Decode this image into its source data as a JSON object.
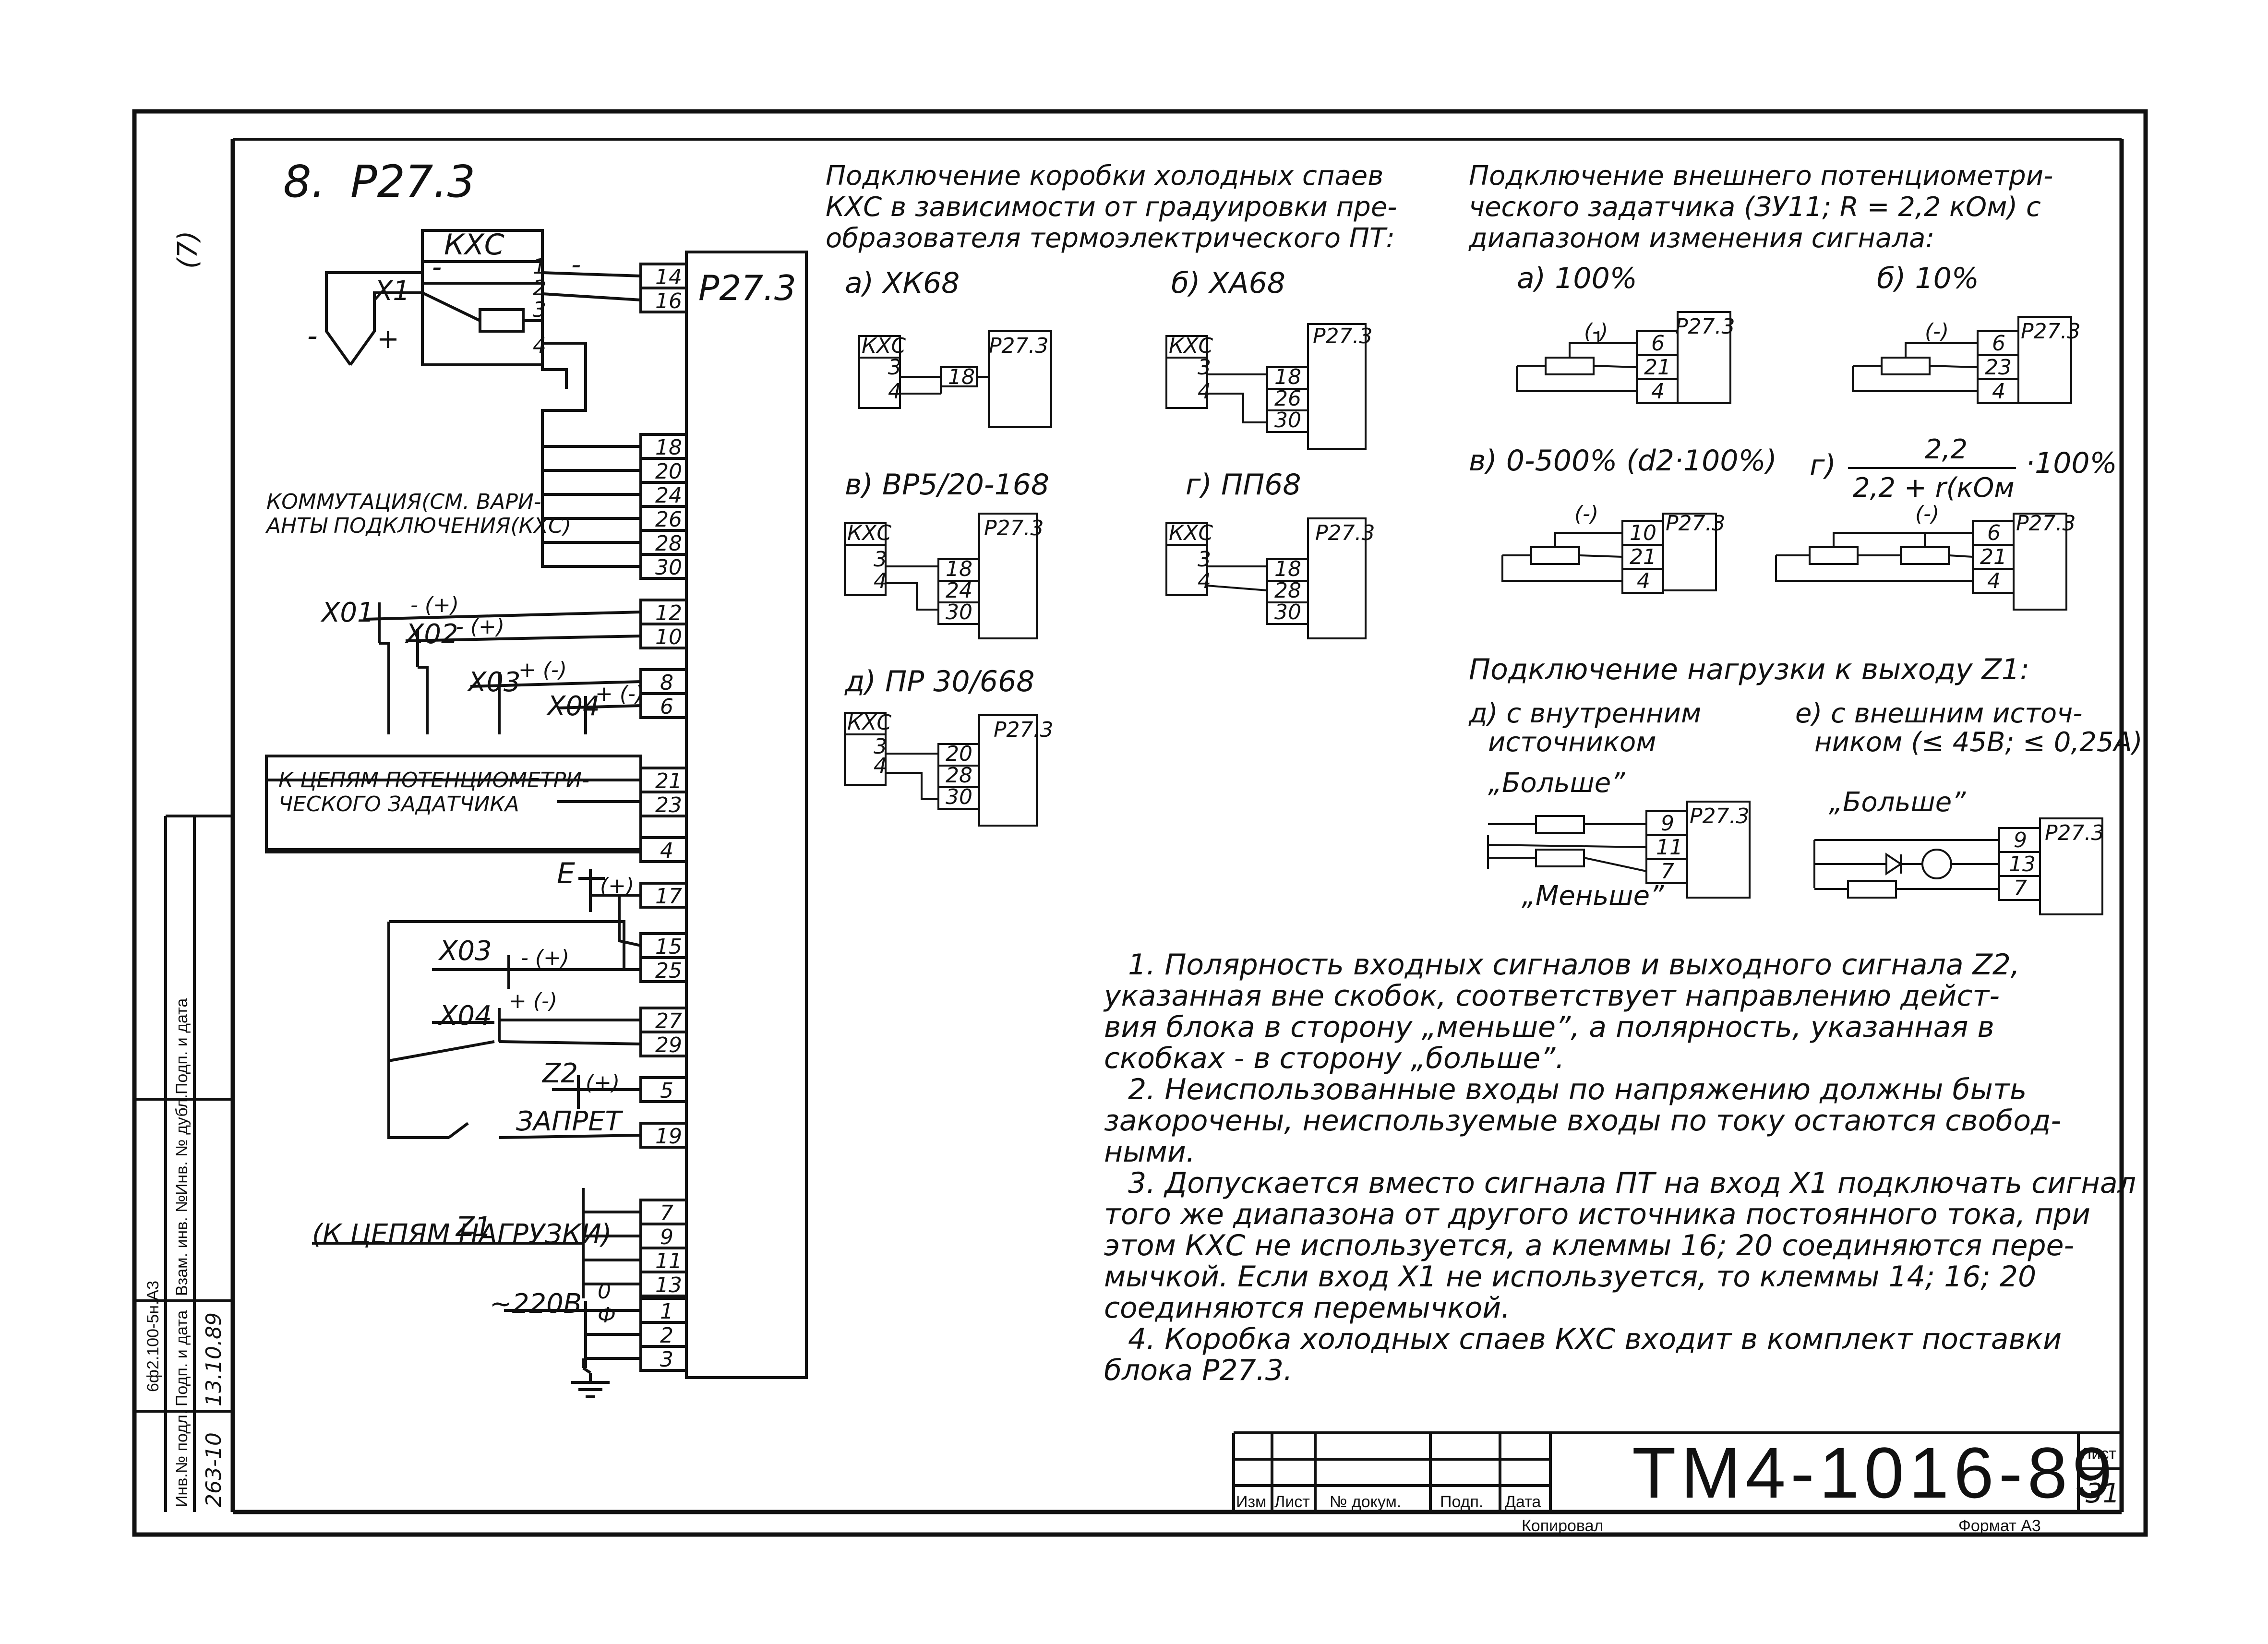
{
  "title": {
    "num": "8.",
    "name": "P27.3"
  },
  "margin_mark": "(7)",
  "main_block": "P27.3",
  "kxc": "КХС",
  "x1": "X1",
  "sens_minus": "-",
  "sens_plus": "+",
  "kxc_pins": [
    "1",
    "2",
    "3",
    "4"
  ],
  "kxc_signs": {
    "top_minus": "-",
    "right_minus": "-"
  },
  "terminals": {
    "t14": "14",
    "t16": "16",
    "t18": "18",
    "t20": "20",
    "t24": "24",
    "t26": "26",
    "t28": "28",
    "t30": "30",
    "t12": "12",
    "t10": "10",
    "t8": "8",
    "t6": "6",
    "t21": "21",
    "t23": "23",
    "t4": "4",
    "t17": "17",
    "t15": "15",
    "t25": "25",
    "t27": "27",
    "t29": "29",
    "t5": "5",
    "t19": "19",
    "t7": "7",
    "t9": "9",
    "t11": "11",
    "t13": "13",
    "t1": "1",
    "t2": "2",
    "t3": "3"
  },
  "commut_line1": "КОММУТАЦИЯ(СМ. ВАРИ-",
  "commut_line2": "АНТЫ ПОДКЛЮЧЕНИЯ(КХС)",
  "sig": {
    "x01": "X01",
    "x02": "X02",
    "x03": "X03",
    "x04": "X04",
    "xo3": "X03",
    "xo4": "X04",
    "z2": "Z2",
    "e": "E",
    "m_plus": "- (+)",
    "plus_m": "+ (-)",
    "plus_paren": "(+)"
  },
  "pot_line1": "К ЦЕПЯМ ПОТЕНЦИОМЕТРИ-",
  "pot_line2": "ЧЕСКОГО ЗАДАТЧИКА",
  "zapret": "ЗАПРЕТ",
  "z1": "Z1",
  "load": "(К ЦЕПЯМ НАГРУЗКИ)",
  "power": "~220В",
  "zero": "0",
  "phi": "Ф",
  "kxc_section": {
    "title": [
      "Подключение коробки холодных спаев",
      "КХС в зависимости от градуировки пре-",
      "образователя термоэлектрического ПТ:"
    ],
    "a": "а) ХК68",
    "b": "б) ХА68",
    "v": "в) ВР5/20-168",
    "g": "г) ПП68",
    "d": "д) ПР 30/668"
  },
  "pot_section": {
    "title": [
      "Подключение внешнего потенциометри-",
      "ческого задатчика (ЗУ11; R = 2,2 кОм) с",
      "диапазоном изменения сигнала:"
    ],
    "a": "а) 100%",
    "b": "б) 10%",
    "v": "в) 0-500% (d2·100%)",
    "g_prefix": "г)",
    "g_num": "2,2",
    "g_den": "2,2 + r(кОм",
    "g_suffix": "·100%",
    "minus_paren": "(-)"
  },
  "load_section": {
    "title": "Подключение нагрузки к выходу Z1:",
    "d1": "д) с внутренним",
    "d2": "источником",
    "e1": "е) с внешним источ-",
    "e2": "ником (≤ 45В; ≤ 0,25А)",
    "more": "„Больше”",
    "less": "„Меньше”"
  },
  "notes": [
    "1. Полярность входных сигналов и выходного сигнала Z2,",
    "указанная вне скобок, соответствует направлению дейст-",
    "вия блока в сторону „меньше”, а полярность, указанная в",
    "скобках - в сторону „больше”.",
    "2. Неиспользованные входы по напряжению должны быть",
    "закорочены, неиспользуемые входы по току остаются свобод-",
    "ными.",
    "3. Допускается вместо сигнала ПТ на вход X1 подключать сигнал",
    "того же диапазона от другого источника постоянного тока, при",
    "этом КХС не используется, а клеммы 16; 20 соединяются пере-",
    "мычкой. Если вход X1 не используется, то клеммы 14; 16; 20",
    "соединяются перемычкой.",
    "4. Коробка холодных спаев КХС входит в комплект поставки",
    "блока Р27.3."
  ],
  "stamp": {
    "code": "ТМ4-1016-89",
    "sheet_label": "Лист",
    "sheet": "31",
    "cols": [
      "Изм",
      "Лист",
      "№ докум.",
      "Подп.",
      "Дата"
    ],
    "copied": "Копировал",
    "format": "Формат А3"
  },
  "side_stamp": {
    "inv": "Инв.№ подл.",
    "inv_val": "263-10",
    "sign": "Подп. и дата",
    "sign_val": "13.10.89",
    "zam": "Взам. инв. №",
    "inv_dub": "Инв. № дубл.",
    "sign2": "Подп. и дата",
    "sheetno": "6ф2.100-5н.А3"
  }
}
